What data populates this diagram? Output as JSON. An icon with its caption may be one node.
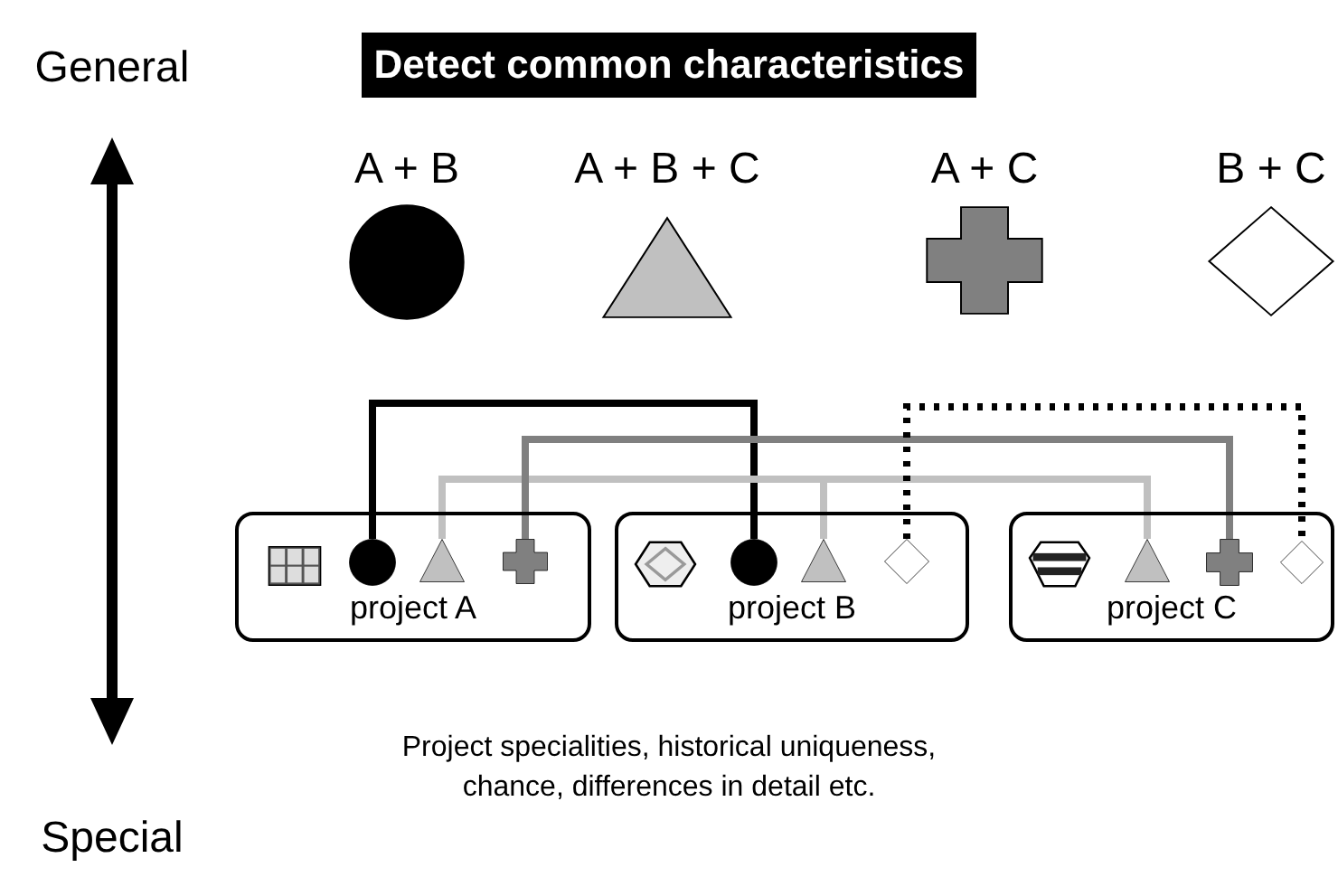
{
  "diagram": {
    "title": "Detect common characteristics",
    "caption": "Project specialities, historical uniqueness, chance, differences in detail etc.",
    "nodes": [
      {
        "text": [],
        "shape": "circle",
        "beside": [
          "A + B"
        ]
      },
      {
        "text": [],
        "shape": "triangle",
        "beside": [
          "A + B + C"
        ]
      },
      {
        "text": [],
        "shape": "cross",
        "beside": [
          "A + C"
        ]
      },
      {
        "text": [],
        "shape": "diamond",
        "beside": [
          "B + C"
        ]
      },
      {
        "text": [
          "project A"
        ]
      },
      {
        "text": [],
        "shape": "circle",
        "in": 4
      },
      {
        "text": [],
        "shape": "triangle",
        "in": 4
      },
      {
        "text": [],
        "shape": "cross",
        "in": 4
      },
      {
        "text": [
          "project B"
        ]
      },
      {
        "text": [],
        "shape": "circle",
        "in": 8
      },
      {
        "text": [],
        "shape": "triangle",
        "in": 8
      },
      {
        "text": [],
        "shape": "diamond",
        "in": 8
      },
      {
        "text": [
          "project C"
        ]
      },
      {
        "text": [],
        "shape": "triangle",
        "in": 12
      },
      {
        "text": [],
        "shape": "cross",
        "in": 12
      },
      {
        "text": [],
        "shape": "diamond",
        "in": 12
      }
    ],
    "edges": [
      {
        "from": 5,
        "to": 9,
        "arrow": "none",
        "color": "#000000"
      },
      {
        "from": 6,
        "to": 10,
        "arrow": "none",
        "color": "#c0c0c0"
      },
      {
        "from": 6,
        "to": 13,
        "arrow": "none",
        "color": "#c0c0c0"
      },
      {
        "from": 7,
        "to": 14,
        "arrow": "none",
        "color": "#808080"
      },
      {
        "from": 11,
        "to": 15,
        "arrow": "none",
        "style": "dashed",
        "color": "#000000"
      }
    ],
    "labels": [
      "General",
      "Special"
    ]
  }
}
